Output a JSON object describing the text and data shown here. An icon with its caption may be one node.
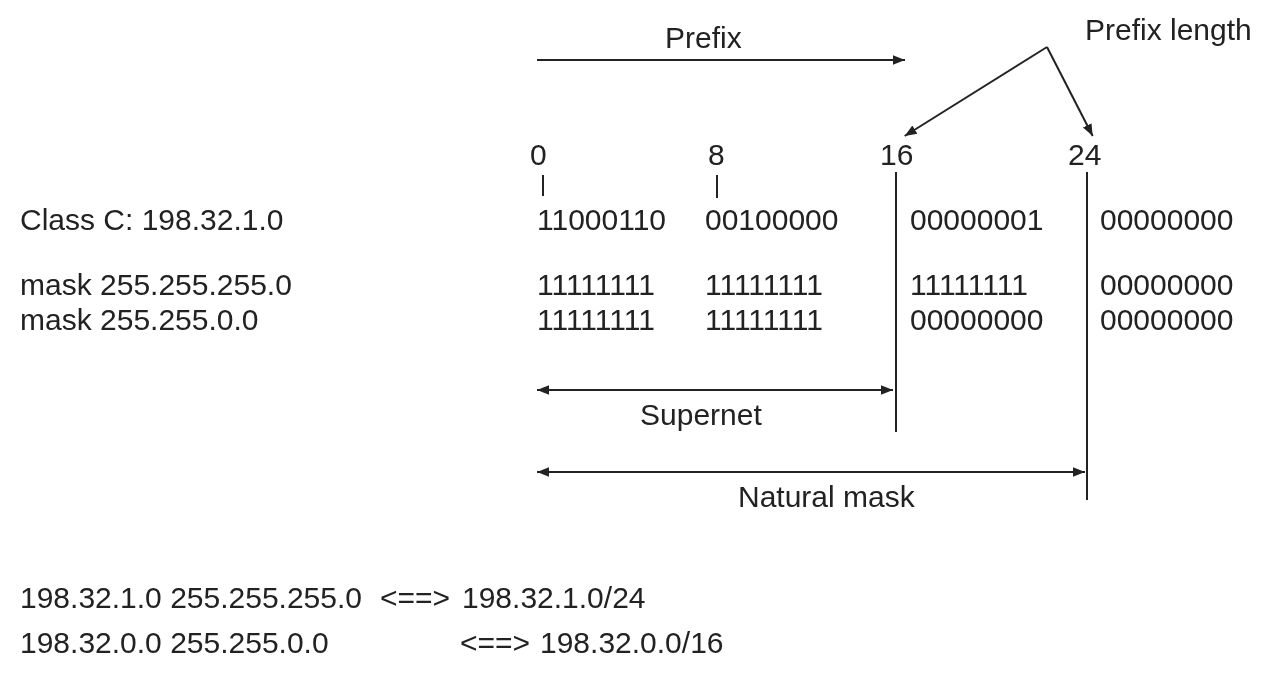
{
  "diagram": {
    "nodes": [
      {
        "text": [
          "Prefix length"
        ]
      },
      {
        "text": [
          "16"
        ]
      },
      {
        "text": [
          "24"
        ]
      }
    ],
    "edges": [
      {
        "from": 0,
        "to": 1,
        "arrow": "to"
      },
      {
        "from": 0,
        "to": 2,
        "arrow": "to"
      }
    ],
    "labels": [
      "Prefix",
      "0",
      "8",
      "Class C: 198.32.1.0",
      "11000110",
      "00100000",
      "00000001",
      "00000000",
      "mask 255.255.255.0",
      "11111111",
      "11111111",
      "11111111",
      "00000000",
      "mask 255.255.0.0",
      "11111111",
      "11111111",
      "00000000",
      "00000000",
      "Supernet",
      "Natural mask",
      "198.32.1.0 255.255.255.0",
      "<==>",
      "198.32.1.0/24",
      "198.32.0.0 255.255.0.0",
      "<==>",
      "198.32.0.0/16"
    ]
  }
}
